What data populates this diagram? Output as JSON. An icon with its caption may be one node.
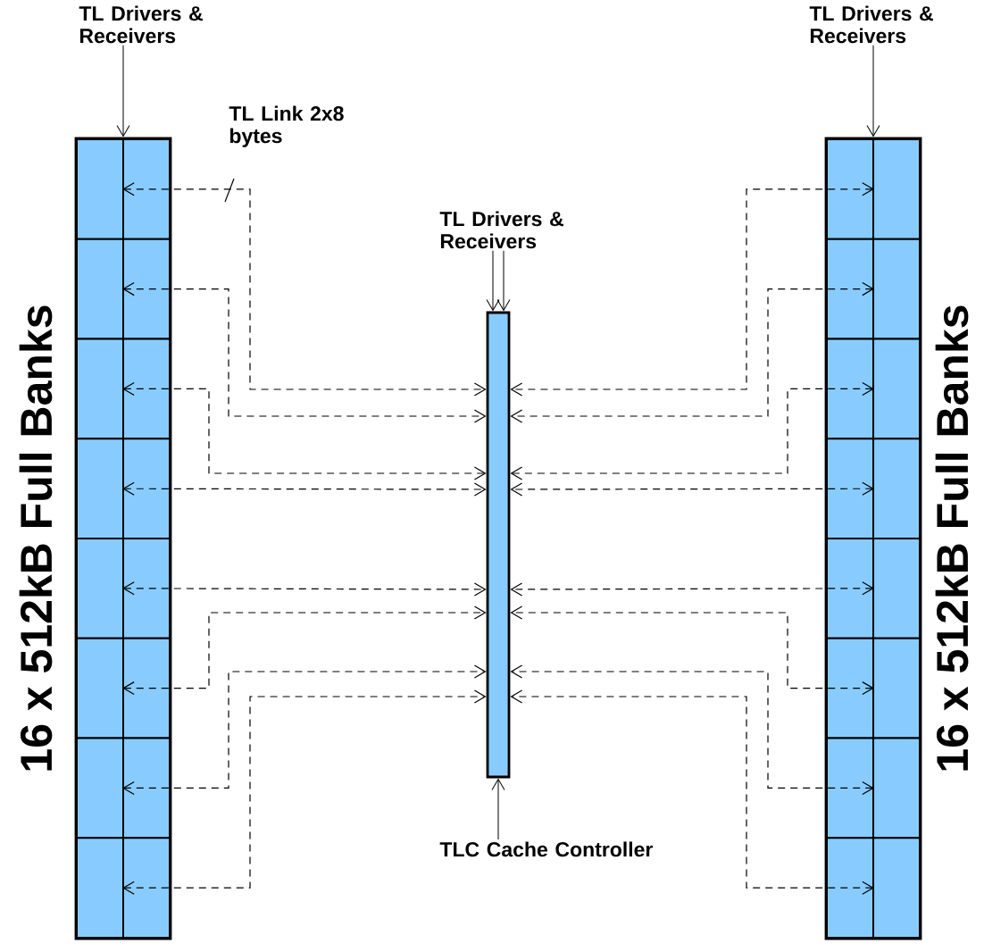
{
  "diagram": {
    "nodes": [
      {
        "text": [],
        "shape": "bar",
        "beside": [
          "16 x 512kB Full Banks"
        ]
      },
      {
        "text": [],
        "shape": "box",
        "in": 0
      },
      {
        "text": [],
        "shape": "box",
        "in": 0
      },
      {
        "text": [],
        "shape": "box",
        "in": 0
      },
      {
        "text": [],
        "shape": "box",
        "in": 0
      },
      {
        "text": [],
        "shape": "box",
        "in": 0
      },
      {
        "text": [],
        "shape": "box",
        "in": 0
      },
      {
        "text": [],
        "shape": "box",
        "in": 0
      },
      {
        "text": [],
        "shape": "box",
        "in": 0
      },
      {
        "text": [],
        "shape": "box",
        "in": 0
      },
      {
        "text": [],
        "shape": "box",
        "in": 0
      },
      {
        "text": [],
        "shape": "box",
        "in": 0
      },
      {
        "text": [],
        "shape": "box",
        "in": 0
      },
      {
        "text": [],
        "shape": "box",
        "in": 0
      },
      {
        "text": [],
        "shape": "box",
        "in": 0
      },
      {
        "text": [],
        "shape": "box",
        "in": 0
      },
      {
        "text": [],
        "shape": "box",
        "in": 0
      },
      {
        "text": [],
        "shape": "bar",
        "beside": [
          "16 x 512kB Full Banks"
        ]
      },
      {
        "text": [],
        "shape": "box",
        "in": 17
      },
      {
        "text": [],
        "shape": "box",
        "in": 17
      },
      {
        "text": [],
        "shape": "box",
        "in": 17
      },
      {
        "text": [],
        "shape": "box",
        "in": 17
      },
      {
        "text": [],
        "shape": "box",
        "in": 17
      },
      {
        "text": [],
        "shape": "box",
        "in": 17
      },
      {
        "text": [],
        "shape": "box",
        "in": 17
      },
      {
        "text": [],
        "shape": "box",
        "in": 17
      },
      {
        "text": [],
        "shape": "box",
        "in": 17
      },
      {
        "text": [],
        "shape": "box",
        "in": 17
      },
      {
        "text": [],
        "shape": "box",
        "in": 17
      },
      {
        "text": [],
        "shape": "box",
        "in": 17
      },
      {
        "text": [],
        "shape": "box",
        "in": 17
      },
      {
        "text": [],
        "shape": "box",
        "in": 17
      },
      {
        "text": [],
        "shape": "box",
        "in": 17
      },
      {
        "text": [],
        "shape": "box",
        "in": 17
      },
      {
        "text": [],
        "shape": "bar"
      },
      {
        "text": [
          "TL Drivers & Receivers"
        ]
      },
      {
        "text": [
          "TL Drivers & Receivers"
        ]
      },
      {
        "text": [
          "TL Drivers & Receivers"
        ]
      },
      {
        "text": [
          "TLC Cache Controller"
        ]
      }
    ],
    "edges": [
      {
        "from": 35,
        "to": 0,
        "arrow": "to"
      },
      {
        "from": 36,
        "to": 17,
        "arrow": "to"
      },
      {
        "from": 37,
        "to": 34,
        "arrow": "to"
      },
      {
        "from": 37,
        "to": 34,
        "arrow": "to"
      },
      {
        "from": 38,
        "to": 34,
        "arrow": "to"
      },
      {
        "from": 2,
        "to": 34,
        "arrow": "both",
        "style": "dashed"
      },
      {
        "from": 4,
        "to": 34,
        "arrow": "both",
        "style": "dashed"
      },
      {
        "from": 6,
        "to": 34,
        "arrow": "both",
        "style": "dashed"
      },
      {
        "from": 8,
        "to": 34,
        "arrow": "both",
        "style": "dashed"
      },
      {
        "from": 10,
        "to": 34,
        "arrow": "both",
        "style": "dashed"
      },
      {
        "from": 12,
        "to": 34,
        "arrow": "both",
        "style": "dashed"
      },
      {
        "from": 14,
        "to": 34,
        "arrow": "both",
        "style": "dashed"
      },
      {
        "from": 16,
        "to": 34,
        "arrow": "both",
        "style": "dashed"
      },
      {
        "from": 18,
        "to": 34,
        "arrow": "both",
        "style": "dashed"
      },
      {
        "from": 20,
        "to": 34,
        "arrow": "both",
        "style": "dashed"
      },
      {
        "from": 22,
        "to": 34,
        "arrow": "both",
        "style": "dashed"
      },
      {
        "from": 24,
        "to": 34,
        "arrow": "both",
        "style": "dashed"
      },
      {
        "from": 26,
        "to": 34,
        "arrow": "both",
        "style": "dashed"
      },
      {
        "from": 28,
        "to": 34,
        "arrow": "both",
        "style": "dashed"
      },
      {
        "from": 30,
        "to": 34,
        "arrow": "both",
        "style": "dashed"
      },
      {
        "from": 32,
        "to": 34,
        "arrow": "both",
        "style": "dashed"
      }
    ],
    "labels": [
      "TL Link 2x8 bytes"
    ]
  }
}
